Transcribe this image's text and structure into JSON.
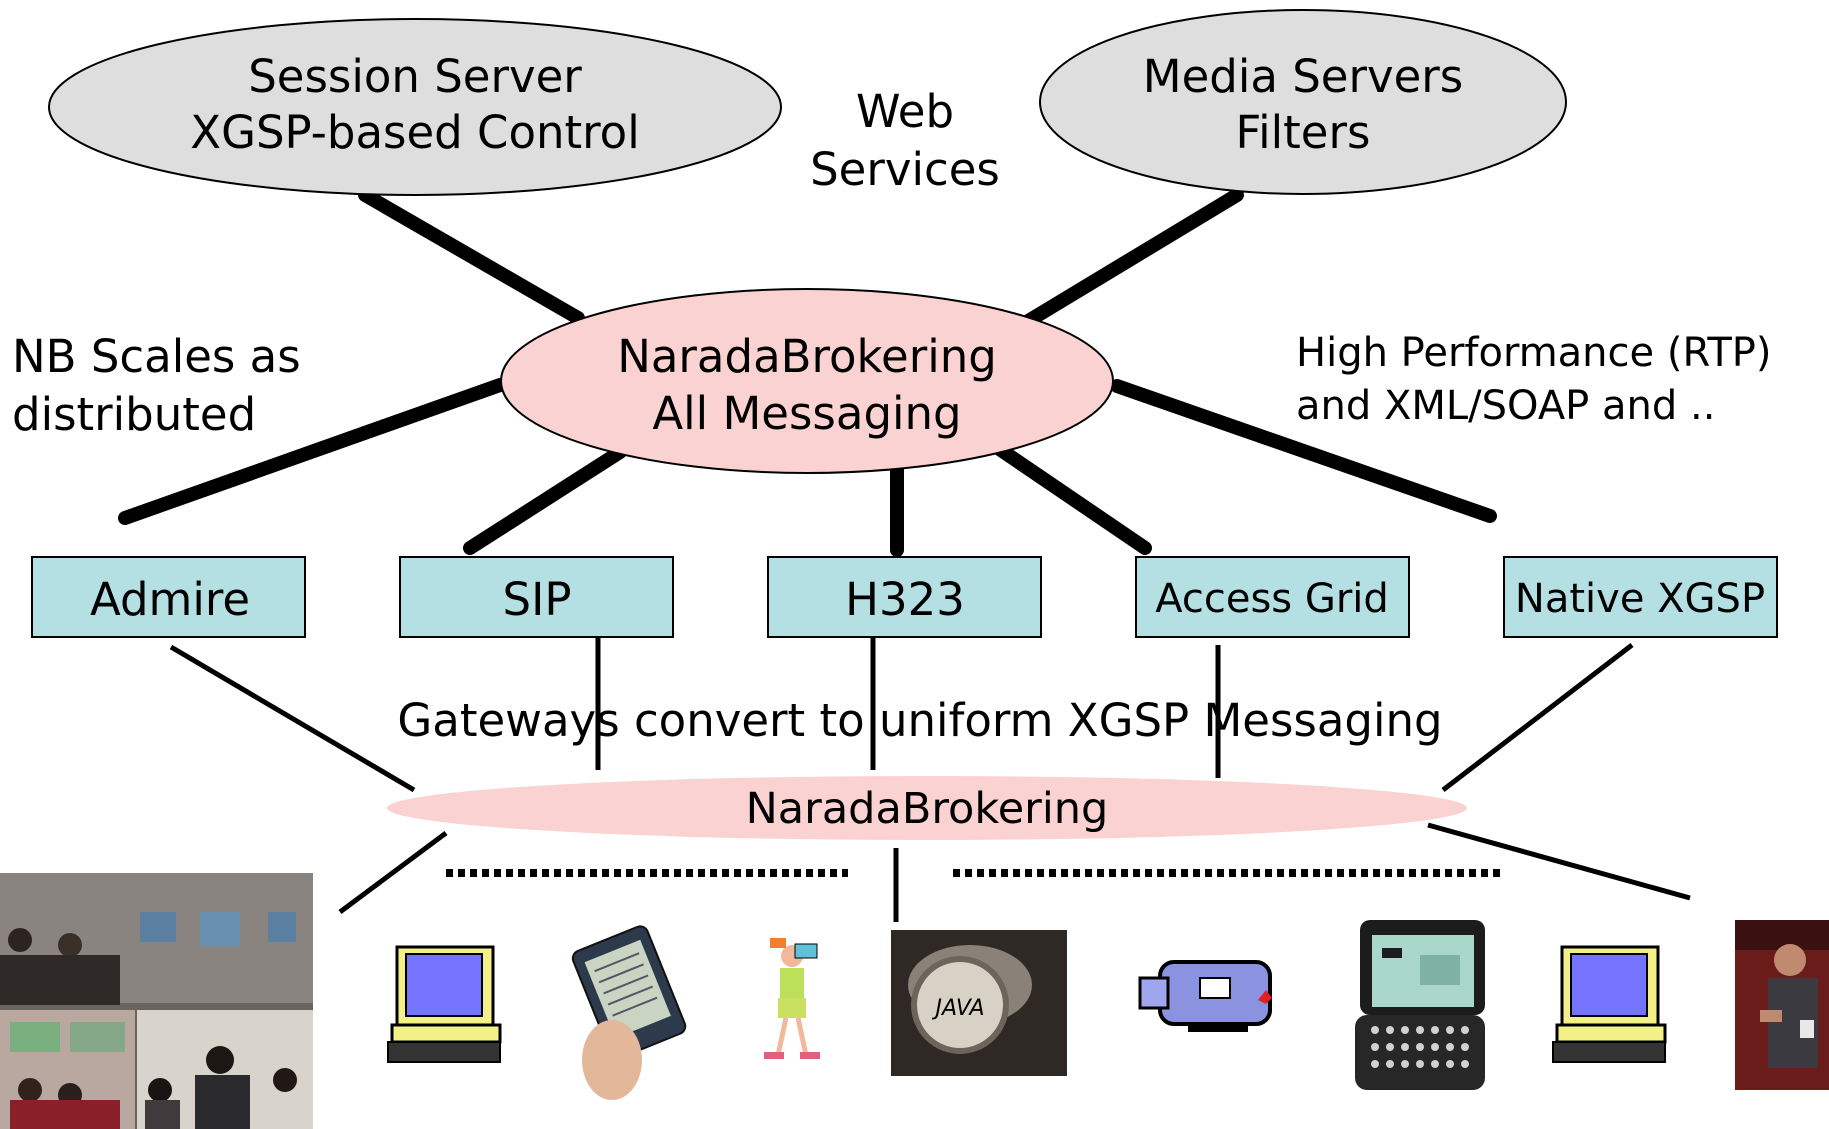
{
  "nodes": {
    "session_server": {
      "line1": "Session Server",
      "line2": "XGSP-based Control"
    },
    "media_servers": {
      "line1": "Media Servers",
      "line2": "Filters"
    },
    "narada_top": {
      "line1": "NaradaBrokering",
      "line2": "All Messaging"
    },
    "narada_bottom": {
      "label": "NaradaBrokering"
    }
  },
  "notes": {
    "web_services": {
      "line1": "Web",
      "line2": "Services"
    },
    "nb_scales": {
      "line1": "NB Scales as",
      "line2": "distributed"
    },
    "high_performance": {
      "line1": "High Performance (RTP)",
      "line2": "and XML/SOAP and .."
    },
    "gateways": "Gateways convert to uniform XGSP Messaging"
  },
  "gateways": [
    {
      "label": "Admire"
    },
    {
      "label": "SIP"
    },
    {
      "label": "H323"
    },
    {
      "label": "Access Grid"
    },
    {
      "label": "Native XGSP"
    }
  ],
  "clients": [
    {
      "icon": "conference-room-photo"
    },
    {
      "icon": "desktop-computer-icon"
    },
    {
      "icon": "tablet-pda-icon"
    },
    {
      "icon": "person-with-camera-icon"
    },
    {
      "icon": "java-ring-photo"
    },
    {
      "icon": "video-camera-icon"
    },
    {
      "icon": "pager-device-icon"
    },
    {
      "icon": "desktop-computer-icon"
    },
    {
      "icon": "presenter-photo"
    }
  ],
  "colors": {
    "server_ellipse": "#dedede",
    "broker_ellipse": "#fbd2d2",
    "gateway_box": "#b4e0e3",
    "line": "#000000",
    "screen": "#7474ff"
  }
}
